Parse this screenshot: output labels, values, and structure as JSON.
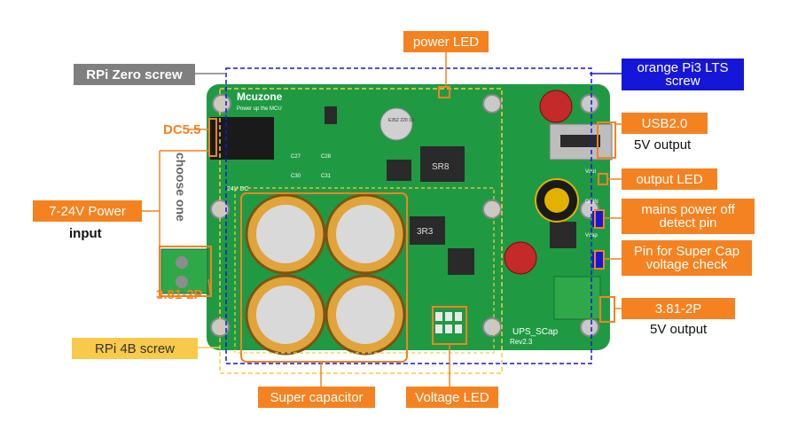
{
  "board": {
    "brand": "Mcuzone",
    "tagline": "Power up the MCU",
    "model": "UPS_SCap",
    "revision": "Rev2.3",
    "inductor_1": "SR8",
    "inductor_2": "3R3",
    "dc_label": "24V DC",
    "cap_refs": [
      "C27",
      "C28",
      "C30",
      "C31"
    ],
    "pin_labels": [
      "Vout",
      "DCIN",
      "Vcap"
    ],
    "cap_marking": "E35Z 220 10"
  },
  "labels": {
    "rpi_zero": "RPi Zero screw",
    "power_led": "power LED",
    "orange_pi": "orange Pi3 LTS\nscrew",
    "dc55": "DC5.5",
    "choose_one": "choose one",
    "usb": "USB2.0",
    "usb_sub": "5V output",
    "output_led": "output LED",
    "power_in": "7-24V Power",
    "power_in_sub": "input",
    "mains": "mains power off\ndetect pin",
    "supercap_pin": "Pin for Super Cap\nvoltage check",
    "terminal_in": "3.81-2P",
    "terminal_out": "3.81-2P",
    "terminal_out_sub": "5V output",
    "rpi4b": "RPi 4B screw",
    "supercap": "Super capacitor",
    "voltage_led": "Voltage LED"
  },
  "colors": {
    "accent": "#f58220",
    "pcb": "#1f9a43",
    "blue_box": "#1616d8",
    "yellow_box": "#f8c94a",
    "gray_box": "#7f7f7f"
  }
}
